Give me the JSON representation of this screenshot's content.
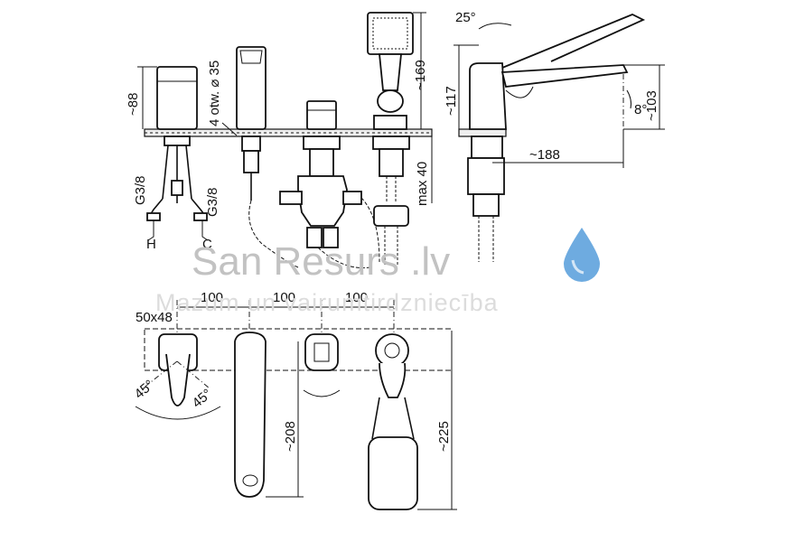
{
  "dimensions": {
    "side": {
      "d88": "~88",
      "holes": "4 otw. ⌀ 35",
      "d169": "~169",
      "angle25": "25°",
      "d117": "~117",
      "d103": "~103",
      "angle8": "8°",
      "d188": "~188",
      "max40": "max 40",
      "g38_left": "G3/8",
      "g38_right": "G3/8",
      "hot": "H",
      "cold": "C"
    },
    "top": {
      "size": "50x48",
      "spacing1": "100",
      "spacing2": "100",
      "spacing3": "100",
      "angle_left": "45°",
      "angle_right": "45°",
      "d208": "~208",
      "d225": "~225"
    }
  },
  "watermark": {
    "brand": "San Resurs .lv",
    "tagline": "Mazum un vairumtirdzniecība",
    "drop_color": "#3d8fd6",
    "drop_icon": "water-drop-icon"
  },
  "colors": {
    "line": "#111111",
    "watermark_text": "#c2c2c2"
  }
}
